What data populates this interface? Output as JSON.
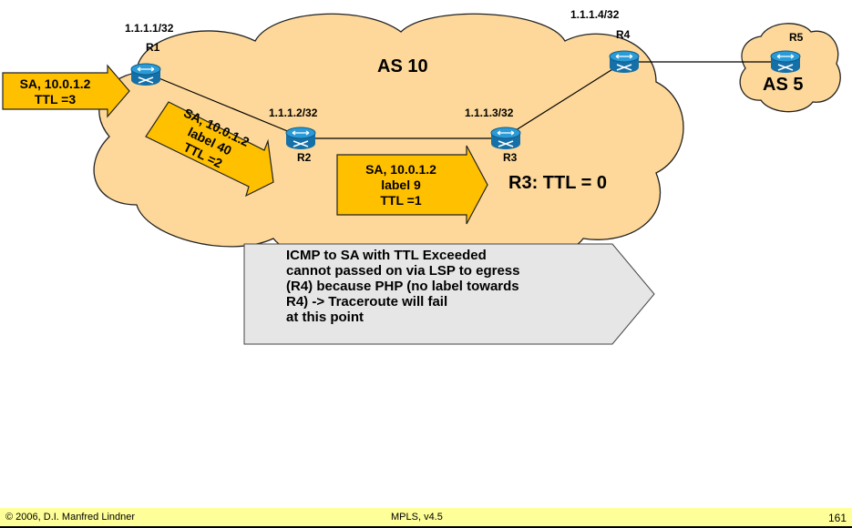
{
  "diagram": {
    "as_main": "AS 10",
    "as_ext": "AS 5",
    "routers": [
      {
        "name": "R1",
        "address": "1.1.1.1/32"
      },
      {
        "name": "R2",
        "address": "1.1.1.2/32"
      },
      {
        "name": "R3",
        "address": "1.1.1.3/32"
      },
      {
        "name": "R4",
        "address": "1.1.1.4/32"
      },
      {
        "name": "R5",
        "address": ""
      }
    ],
    "packets": [
      {
        "lines": [
          "SA, 10.0.1.2",
          "TTL =3"
        ]
      },
      {
        "lines": [
          "SA, 10.0.1.2",
          "label 40",
          "TTL =2"
        ]
      },
      {
        "lines": [
          "SA, 10.0.1.2",
          "label 9",
          "TTL =1"
        ]
      }
    ],
    "r3_status": "R3: TTL = 0",
    "callout_lines": [
      "ICMP to SA with TTL Exceeded",
      "cannot passed on via LSP to egress",
      "(R4) because PHP (no label towards",
      "R4) -> Traceroute will fail",
      "at this point"
    ],
    "colors": {
      "cloud": "#fdd89a",
      "packet": "#ffc000",
      "router": "#2a9bd7",
      "callout": "#e6e6e6",
      "footer": "#ffff99"
    }
  },
  "footer": {
    "left": "© 2006, D.I. Manfred Lindner",
    "center": "MPLS, v4.5",
    "right": "161"
  }
}
